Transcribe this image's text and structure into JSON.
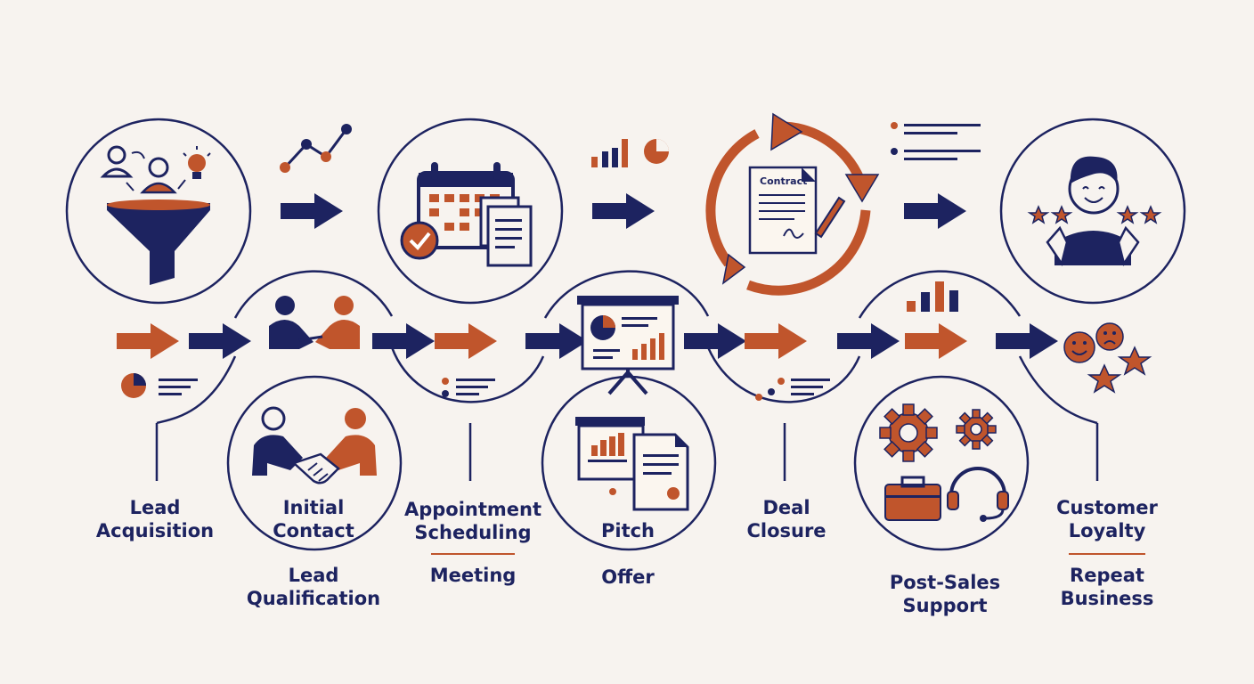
{
  "colors": {
    "navy": "#1d2360",
    "rust": "#c0552c",
    "background": "#f7f3ef"
  },
  "contract_doc_title": "Contract",
  "stages": {
    "lead_acquisition": "Lead\nAcquisition",
    "initial_contact": "Initial\nContact",
    "lead_qualification": "Lead\nQualification",
    "appointment_scheduling": "Appointment\nScheduling",
    "meeting": "Meeting",
    "pitch": "Pitch",
    "offer": "Offer",
    "deal_closure": "Deal\nClosure",
    "post_sales_support": "Post-Sales\nSupport",
    "customer_loyalty": "Customer\nLoyalty",
    "repeat_business": "Repeat\nBusiness"
  },
  "icons": [
    "funnel-icon",
    "handshake-icon",
    "calendar-icon",
    "presentation-board-icon",
    "offer-documents-icon",
    "contract-cycle-icon",
    "gears-support-icon",
    "happy-customer-icon",
    "satisfaction-icon"
  ]
}
